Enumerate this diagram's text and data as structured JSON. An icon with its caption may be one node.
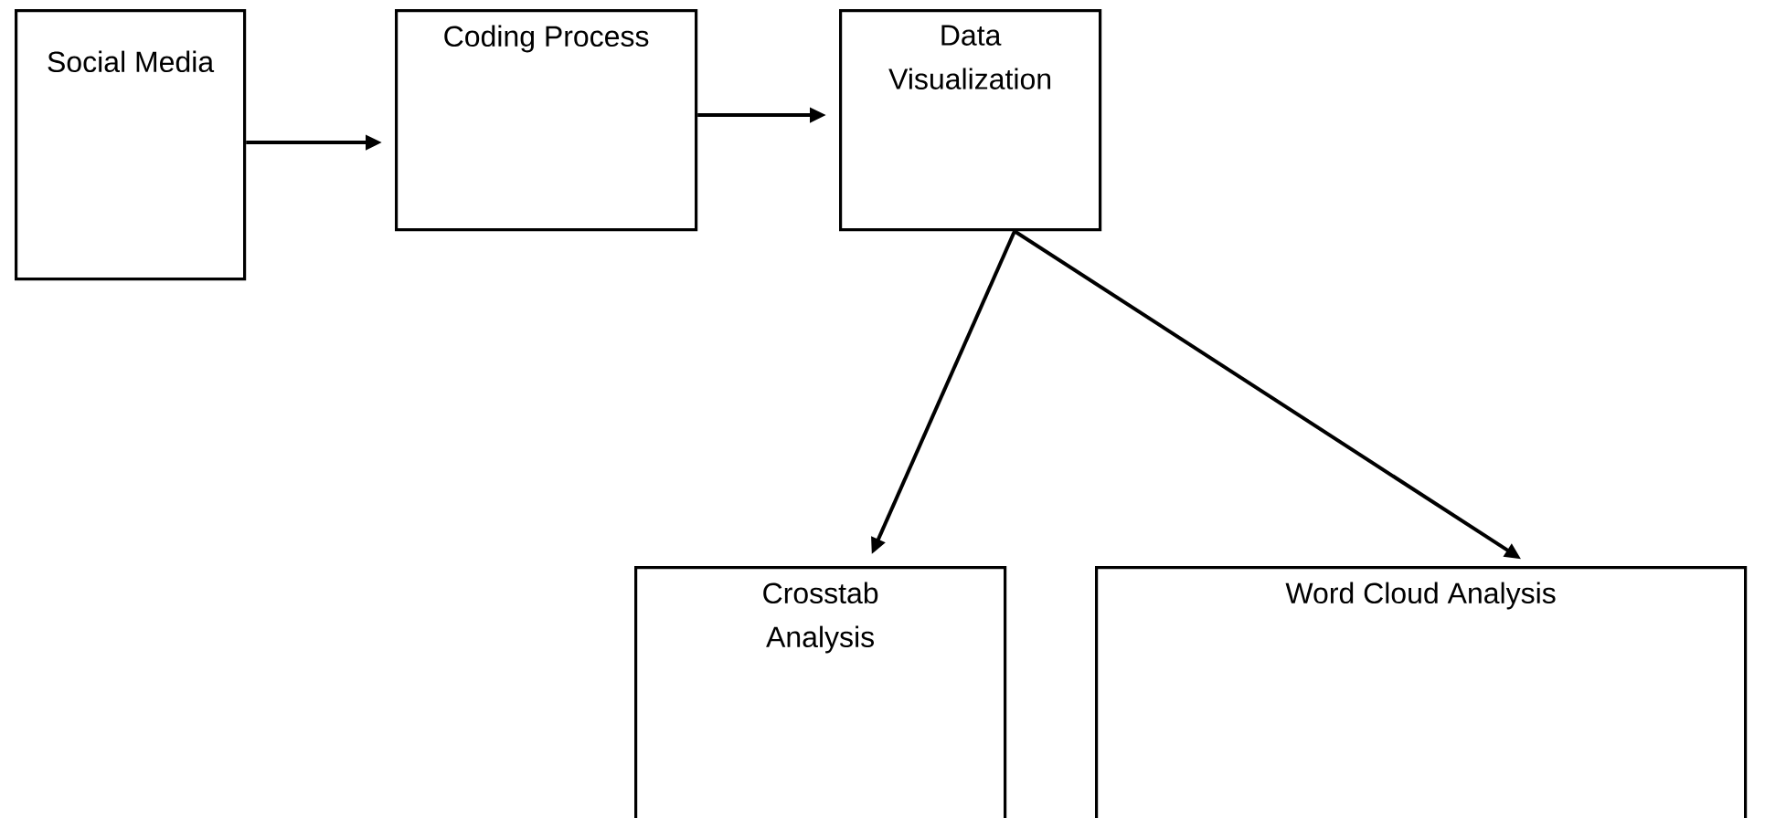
{
  "diagram": {
    "nodes": [
      {
        "text": [
          "Social Media"
        ]
      },
      {
        "text": [
          "Coding Process"
        ]
      },
      {
        "text": [
          "Data Visualization"
        ]
      },
      {
        "text": [
          "Crosstab Analysis"
        ]
      },
      {
        "text": [
          "Word Cloud Analysis"
        ]
      }
    ],
    "edges": [
      {
        "from": 0,
        "to": 1,
        "arrow": "to"
      },
      {
        "from": 1,
        "to": 2,
        "arrow": "to"
      },
      {
        "from": 2,
        "to": 3,
        "arrow": "to"
      },
      {
        "from": 2,
        "to": 4,
        "arrow": "to"
      }
    ]
  }
}
